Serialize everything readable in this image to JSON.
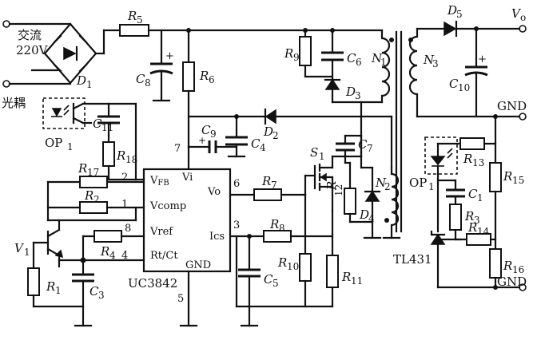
{
  "labels": {
    "ac_input": "交流",
    "ac_voltage": "220V",
    "optocoupler_cn": "光耦",
    "op1": "OP",
    "op1_sub": "1",
    "bridge": "D",
    "bridge_sub": "1",
    "r5": "R",
    "r5_sub": "5",
    "r6": "R",
    "r6_sub": "6",
    "r9": "R",
    "r9_sub": "9",
    "c8": "C",
    "c8_sub": "8",
    "c6": "C",
    "c6_sub": "6",
    "n1": "N",
    "n1_sub": "1",
    "d3": "D",
    "d3_sub": "3",
    "d2": "D",
    "d2_sub": "2",
    "c9": "C",
    "c9_sub": "9",
    "c4": "C",
    "c4_sub": "4",
    "c11": "C",
    "c11_sub": "11",
    "r18": "R",
    "r18_sub": "18",
    "r17": "R",
    "r17_sub": "17",
    "r2": "R",
    "r2_sub": "2",
    "r4": "R",
    "r4_sub": "4",
    "r1": "R",
    "r1_sub": "1",
    "c3": "C",
    "c3_sub": "3",
    "v1": "V",
    "v1_sub": "1",
    "r7": "R",
    "r7_sub": "7",
    "r8": "R",
    "r8_sub": "8",
    "c5": "C",
    "c5_sub": "5",
    "r10": "R",
    "r10_sub": "10",
    "r11": "R",
    "r11_sub": "11",
    "s1": "S",
    "s1_sub": "1",
    "c7": "C",
    "c7_sub": "7",
    "r12": "R",
    "r12_sub": "12",
    "n2": "N",
    "n2_sub": "2",
    "d4": "D",
    "d4_sub": "4",
    "d5": "D",
    "d5_sub": "5",
    "n3": "N",
    "n3_sub": "3",
    "c10": "C",
    "c10_sub": "10",
    "vo": "V",
    "vo_sub": "o",
    "gnd_right": "GND",
    "op1_right": "OP",
    "op1_right_sub": "1",
    "r13": "R",
    "r13_sub": "13",
    "c1": "C",
    "c1_sub": "1",
    "r3": "R",
    "r3_sub": "3",
    "r14": "R",
    "r14_sub": "14",
    "r15": "R",
    "r15_sub": "15",
    "r16": "R",
    "r16_sub": "16",
    "gnd_bottom_right": "GND",
    "tl431": "TL431",
    "chip_name": "UC3842",
    "pin_vfb": "V",
    "pin_vfb_sub": "FB",
    "pin_vcomp": "Vcomp",
    "pin_vref": "Vref",
    "pin_rtct": "Rt/Ct",
    "pin_gnd": "GND",
    "pin_vi": "Vi",
    "pin_vo": "Vo",
    "pin_ics": "Ics",
    "pin_num_1": "1",
    "pin_num_2": "2",
    "pin_num_3": "3",
    "pin_num_4": "4",
    "pin_num_5": "5",
    "pin_num_6": "6",
    "pin_num_7": "7",
    "pin_num_8": "8"
  }
}
